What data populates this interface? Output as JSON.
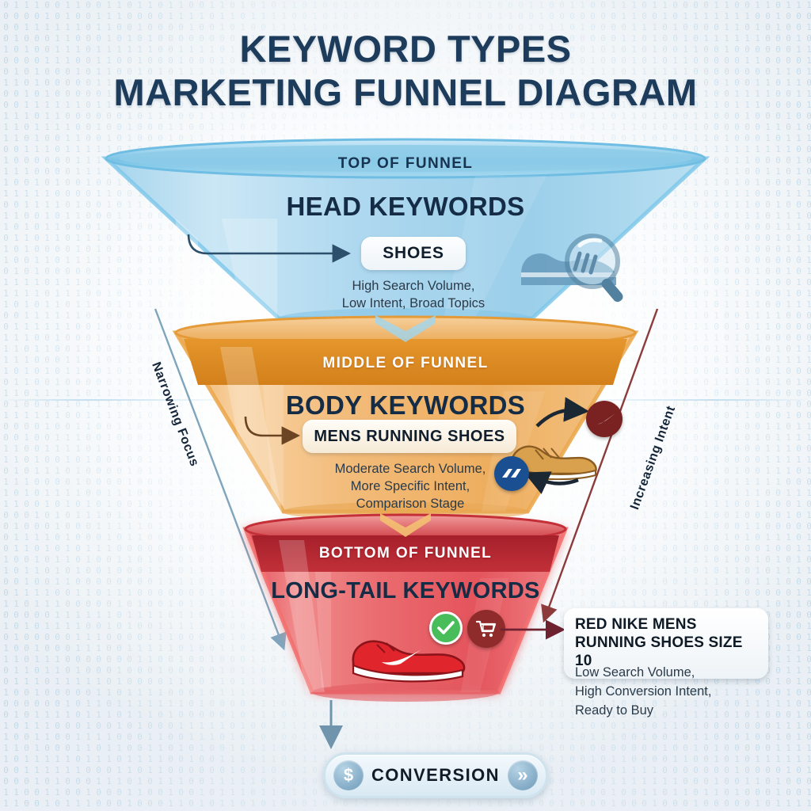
{
  "title": {
    "line1": "KEYWORD TYPES",
    "line2": "MARKETING FUNNEL DIAGRAM"
  },
  "colors": {
    "title": "#1d3c5c",
    "top_stage": "#8fc9e8",
    "top_band_text": "#17334f",
    "middle_stage": "#e8962e",
    "middle_band": "#dd8b24",
    "middle_band_text": "#ffffff",
    "bottom_stage": "#e84a4a",
    "bottom_band": "#a81f28",
    "bottom_band_text": "#ffffff",
    "left_axis_arrow": "#7fa5bd",
    "right_axis_arrow": "#8c3a3a",
    "nike_badge": "#7a2222",
    "newbalance_badge": "#1a4f91",
    "check_badge": "#49bd5a"
  },
  "stages": [
    {
      "id": "top",
      "band_label": "TOP OF FUNNEL",
      "keyword_type": "HEAD KEYWORDS",
      "example_keyword": "SHOES",
      "description": "High Search Volume,\nLow Intent, Broad Topics",
      "icon": "shoe-magnifier-icon"
    },
    {
      "id": "middle",
      "band_label": "MIDDLE OF FUNNEL",
      "keyword_type": "BODY KEYWORDS",
      "example_keyword": "MENS RUNNING SHOES",
      "description": "Moderate Search Volume,\nMore Specific Intent,\nComparison Stage",
      "icon": "running-shoe-icon",
      "brand_badges": [
        "nike-logo-icon",
        "new-balance-logo-icon"
      ]
    },
    {
      "id": "bottom",
      "band_label": "BOTTOM OF FUNNEL",
      "keyword_type": "LONG-TAIL KEYWORDS",
      "icon": "red-nike-shoe-icon",
      "badges": [
        "check-circle-icon",
        "shopping-cart-icon"
      ]
    }
  ],
  "callout": {
    "keyword": "RED NIKE MENS\nRUNNING SHOES SIZE 10",
    "description": "Low Search Volume,\nHigh Conversion Intent,\nReady to Buy"
  },
  "axes": {
    "left_label": "Narrowing Focus",
    "right_label": "Increasing Intent"
  },
  "conversion": {
    "label": "CONVERSION",
    "money_icon": "$",
    "chevron_icon": "»"
  }
}
